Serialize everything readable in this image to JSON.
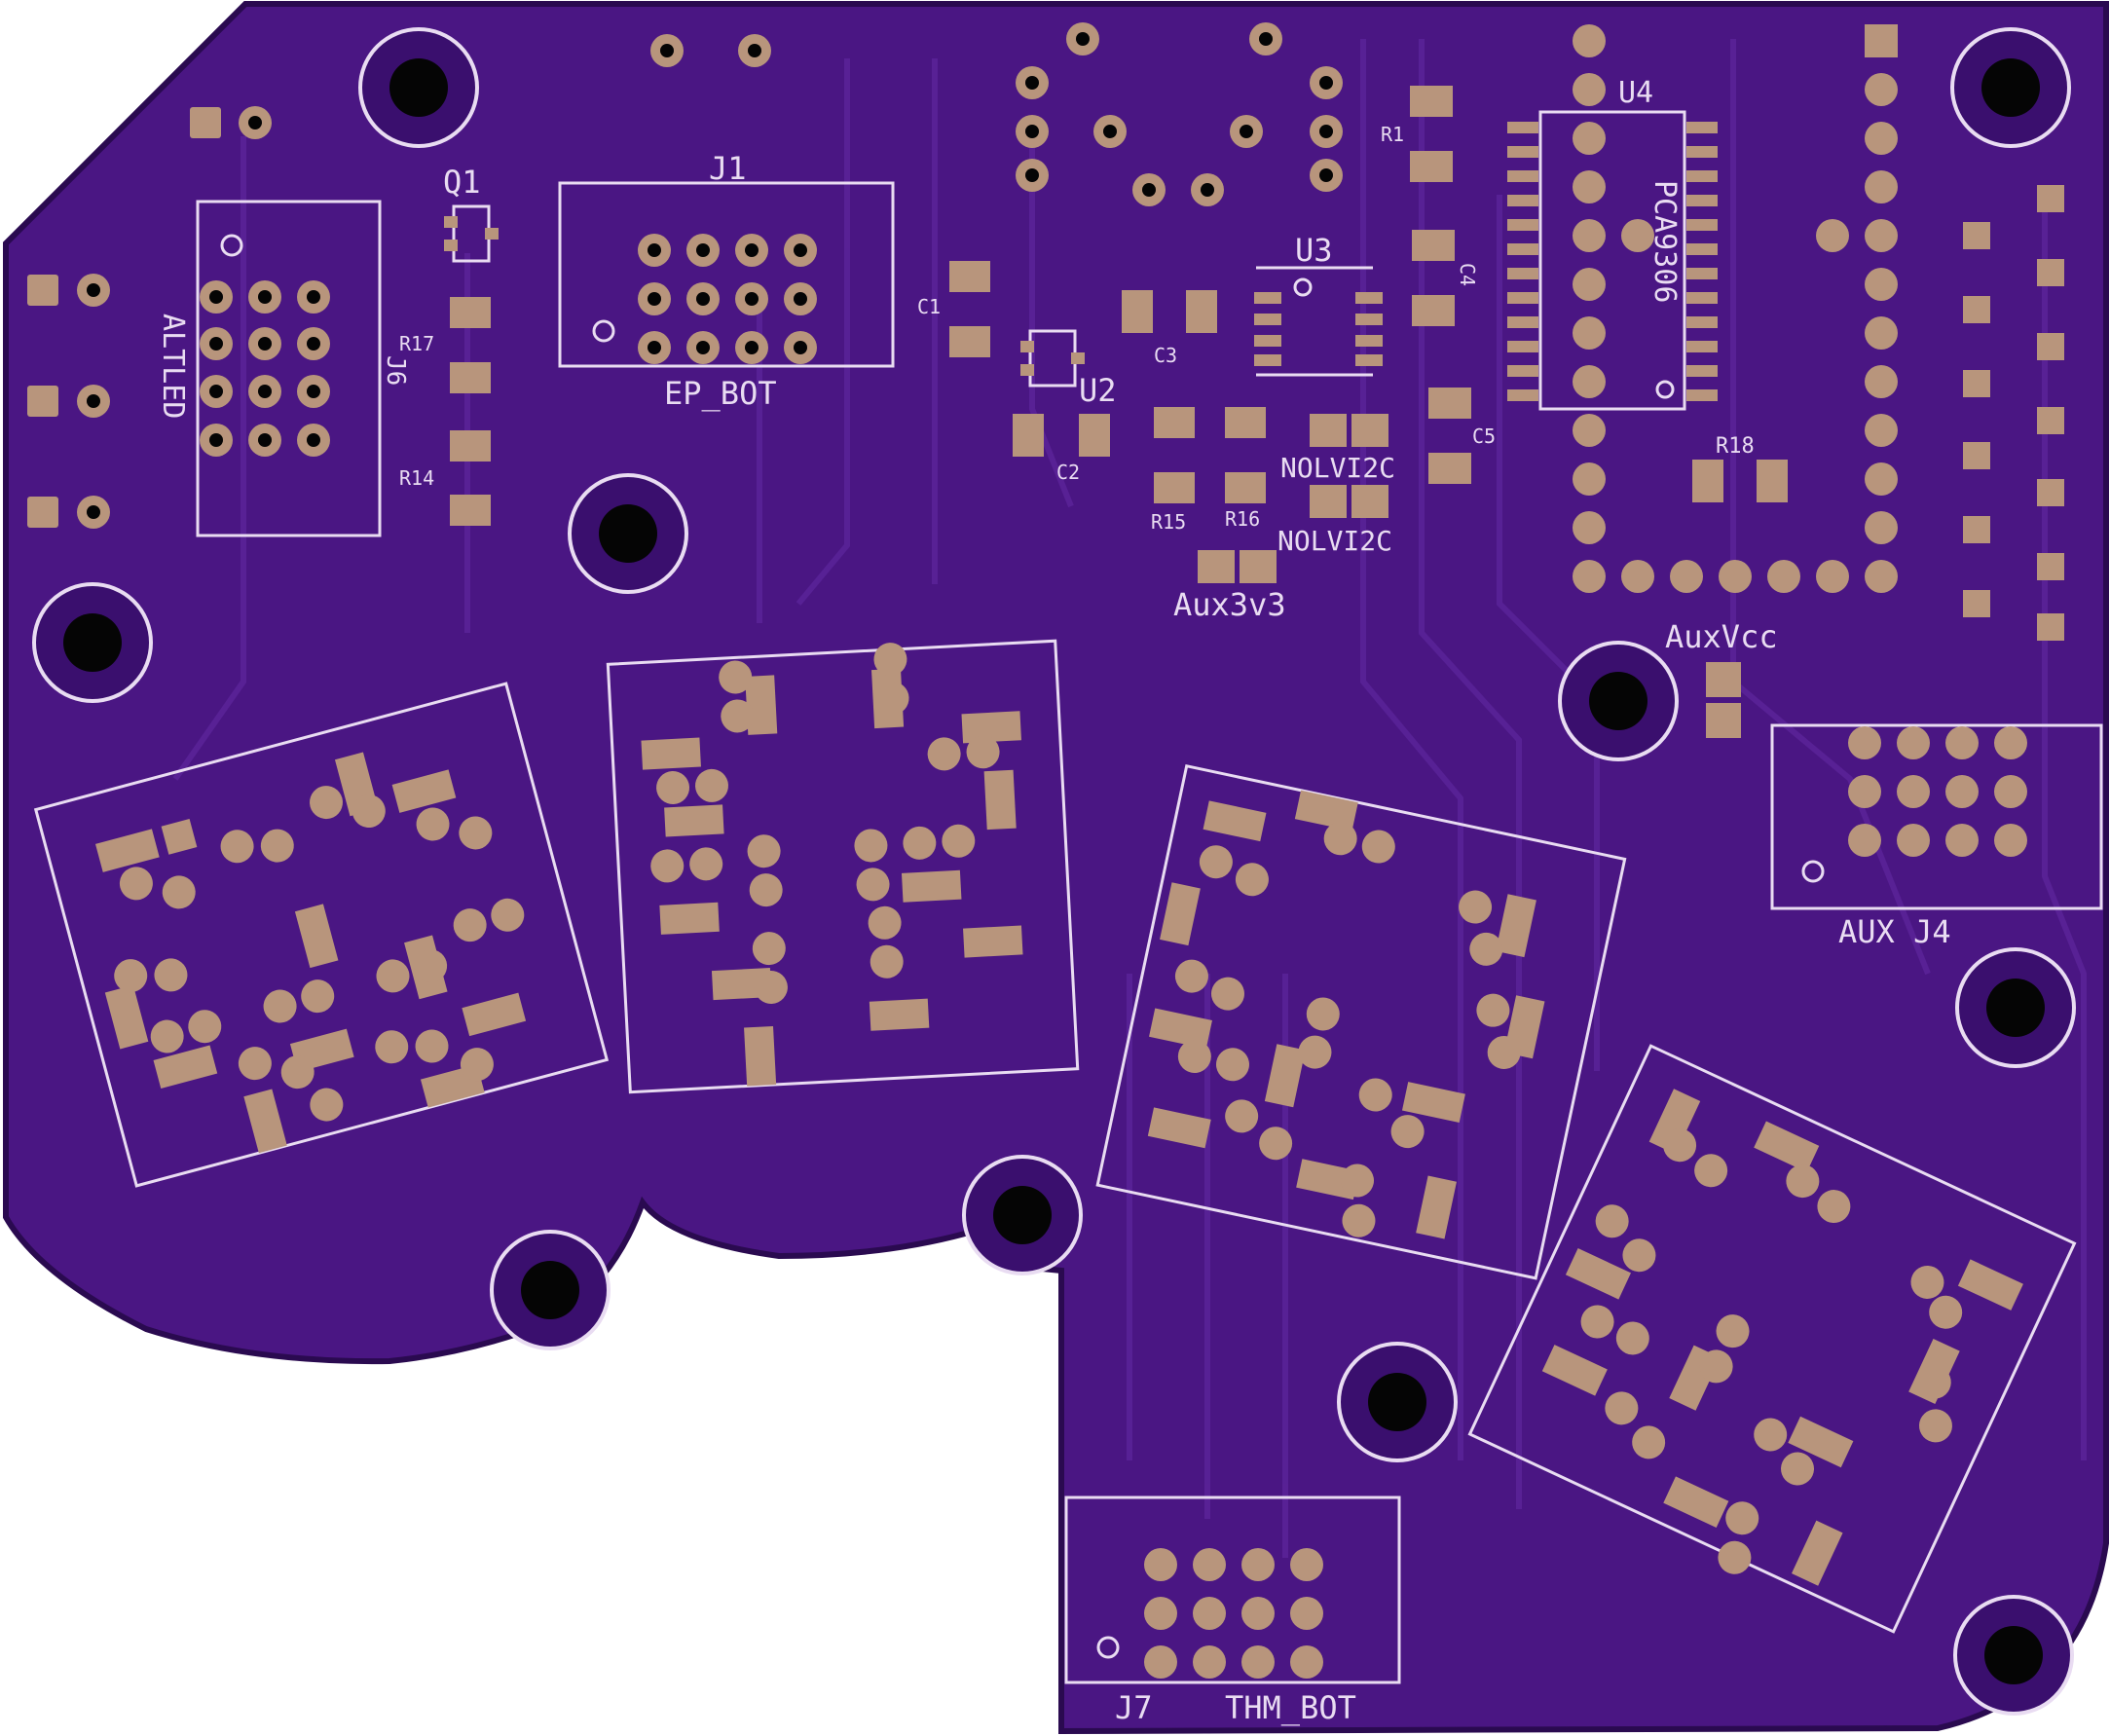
{
  "colors": {
    "board": "#4a1683",
    "board_dark": "#3e0f72",
    "trace": "#531d8f",
    "pad": "#b8957c",
    "hole": "#050505",
    "silkscreen": "#e9dcf2"
  },
  "labels": {
    "q1": "Q1",
    "j1": "J1",
    "ep_bot": "EP_BOT",
    "altled": "ALTLED",
    "j6": "J6",
    "r17": "R17",
    "r14": "R14",
    "c1": "C1",
    "u2": "U2",
    "c2": "C2",
    "c3": "C3",
    "u3": "U3",
    "r1": "R1",
    "c4": "C4",
    "c5": "C5",
    "r15": "R15",
    "r16": "R16",
    "nolvi2c_1": "NOLVI2C",
    "nolvi2c_2": "NOLVI2C",
    "aux3v3": "Aux3v3",
    "u4": "U4",
    "pca9306": "PCA9306",
    "r18": "R18",
    "auxvcc": "AuxVcc",
    "aux_j4": "AUX J4",
    "j7": "J7",
    "thm_bot": "THM_BOT"
  }
}
